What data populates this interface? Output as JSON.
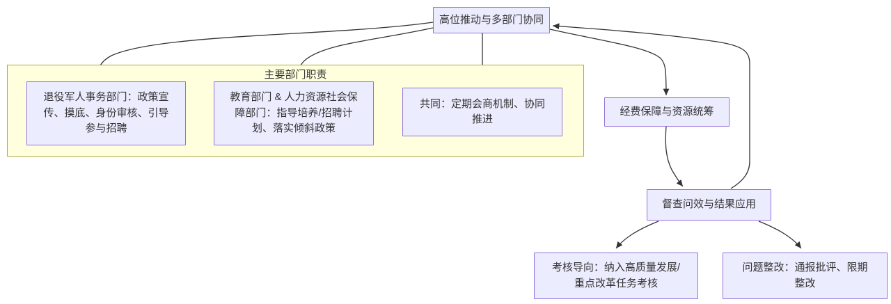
{
  "diagram": {
    "type": "flowchart",
    "background": "#ffffff",
    "colors": {
      "node_fill": "#ECECFF",
      "node_border": "#9370DB",
      "cluster_fill": "#ffffde",
      "cluster_border": "#aaaa33",
      "edge": "#333333",
      "text": "#333333"
    },
    "cluster": {
      "title": "主要部门职责"
    },
    "nodes": {
      "top": {
        "label": "高位推动与多部门协同"
      },
      "veteran": {
        "label": "退役军人事务部门：政策宣\n传、摸底、身份审核、引导\n参与招聘"
      },
      "edu_hr": {
        "label": "教育部门 & 人力资源社会保\n障部门：指导培养/招聘计\n划、落实倾斜政策"
      },
      "joint": {
        "label": "共同：定期会商机制、协同\n推进"
      },
      "funding": {
        "label": "经费保障与资源统筹"
      },
      "supervision": {
        "label": "督查问效与结果应用"
      },
      "assessment": {
        "label": "考核导向：纳入高质量发展/\n重点改革任务考核"
      },
      "rectification": {
        "label": "问题整改：通报批评、限期\n整改"
      }
    },
    "edges": [
      {
        "from": "top",
        "to": "veteran"
      },
      {
        "from": "top",
        "to": "edu_hr"
      },
      {
        "from": "top",
        "to": "joint"
      },
      {
        "from": "top",
        "to": "funding"
      },
      {
        "from": "funding",
        "to": "supervision"
      },
      {
        "from": "supervision",
        "to": "top"
      },
      {
        "from": "supervision",
        "to": "assessment"
      },
      {
        "from": "supervision",
        "to": "rectification"
      }
    ]
  }
}
